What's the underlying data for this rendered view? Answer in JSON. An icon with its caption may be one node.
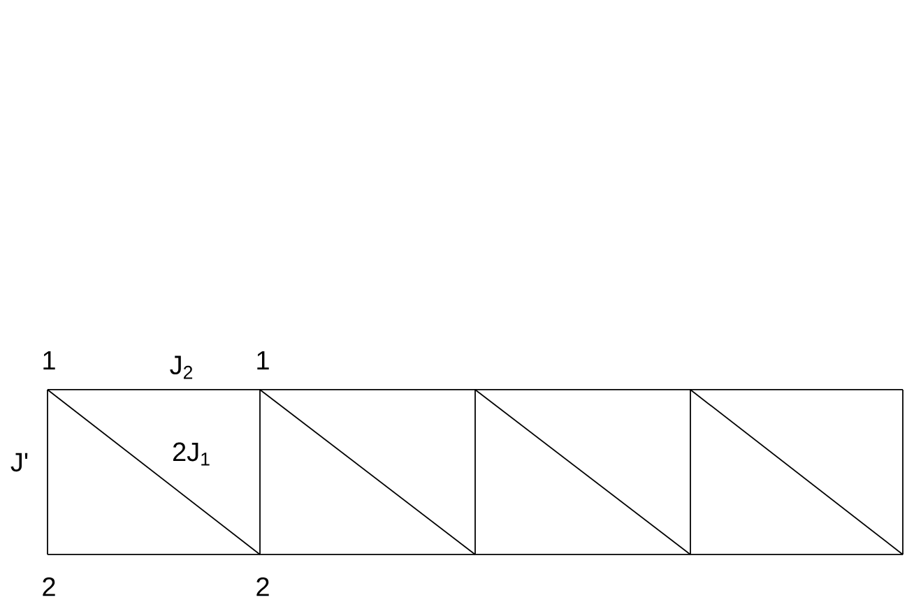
{
  "diagram": {
    "labels": [
      "1",
      "J$_{2}$",
      "1",
      "J'",
      "2J$_{1}$",
      "2",
      "2"
    ]
  }
}
